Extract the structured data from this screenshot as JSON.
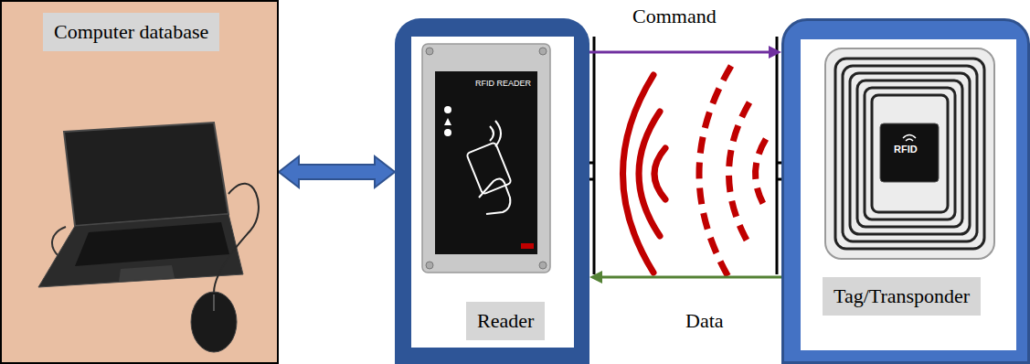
{
  "diagram": {
    "nodes": [
      {
        "text": [
          "Computer database"
        ]
      },
      {
        "text": [
          "Reader"
        ]
      },
      {
        "text": [
          "Tag/Transponder"
        ]
      }
    ],
    "edges": [
      {
        "from": 0,
        "to": 1,
        "arrow": "both"
      },
      {
        "from": 1,
        "to": 2,
        "arrow": "to",
        "label": "Command"
      },
      {
        "from": 2,
        "to": 1,
        "arrow": "to",
        "label": "Data"
      }
    ],
    "labels": [
      "RFID READER",
      "RFID"
    ]
  }
}
